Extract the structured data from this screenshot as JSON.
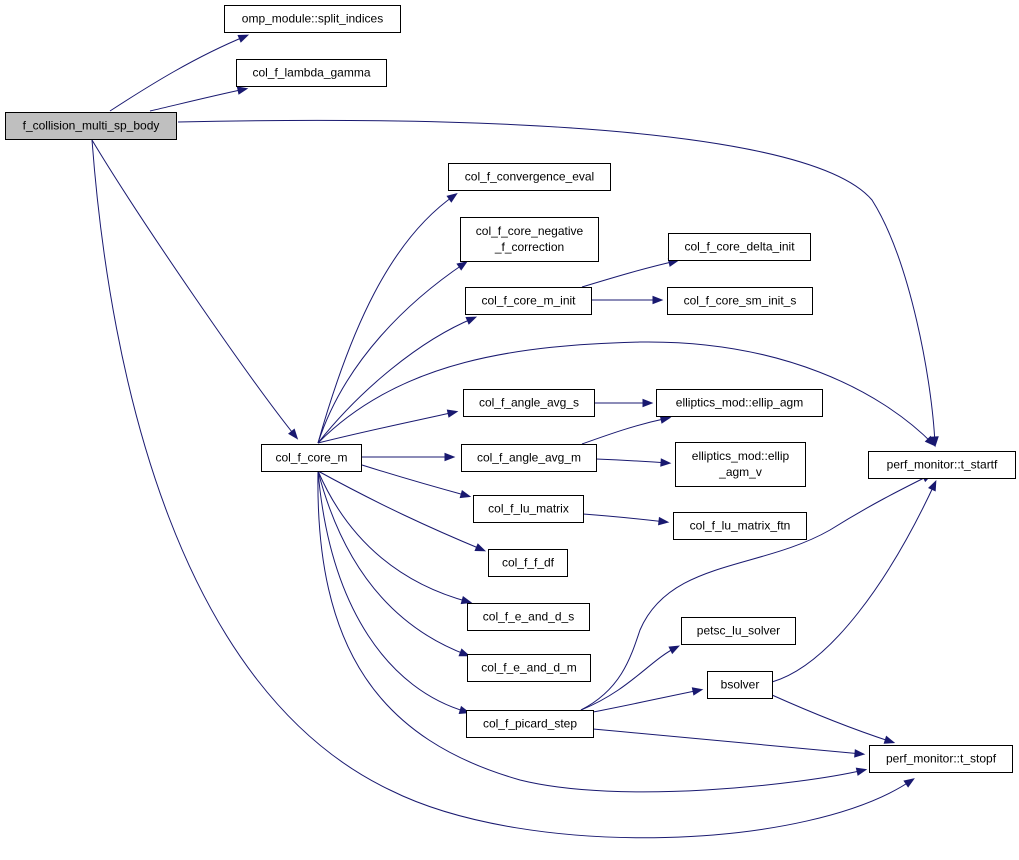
{
  "diagram": {
    "type": "call-graph",
    "edge_color": "#191970",
    "root_fill": "#bfbfbf",
    "nodes": [
      {
        "id": "root",
        "lines": [
          "f_collision_multi_sp_body"
        ],
        "root": true
      },
      {
        "id": "split",
        "lines": [
          "omp_module::split_indices"
        ]
      },
      {
        "id": "lambda",
        "lines": [
          "col_f_lambda_gamma"
        ]
      },
      {
        "id": "conv",
        "lines": [
          "col_f_convergence_eval"
        ]
      },
      {
        "id": "neg",
        "lines": [
          "col_f_core_negative",
          "_f_correction"
        ]
      },
      {
        "id": "delta",
        "lines": [
          "col_f_core_delta_init"
        ]
      },
      {
        "id": "minit",
        "lines": [
          "col_f_core_m_init"
        ]
      },
      {
        "id": "sminit",
        "lines": [
          "col_f_core_sm_init_s"
        ]
      },
      {
        "id": "angs",
        "lines": [
          "col_f_angle_avg_s"
        ]
      },
      {
        "id": "agm",
        "lines": [
          "elliptics_mod::ellip_agm"
        ]
      },
      {
        "id": "corem",
        "lines": [
          "col_f_core_m"
        ]
      },
      {
        "id": "angm",
        "lines": [
          "col_f_angle_avg_m"
        ]
      },
      {
        "id": "agmv",
        "lines": [
          "elliptics_mod::ellip",
          "_agm_v"
        ]
      },
      {
        "id": "startf",
        "lines": [
          "perf_monitor::t_startf"
        ]
      },
      {
        "id": "lu",
        "lines": [
          "col_f_lu_matrix"
        ]
      },
      {
        "id": "luftn",
        "lines": [
          "col_f_lu_matrix_ftn"
        ]
      },
      {
        "id": "ffdf",
        "lines": [
          "col_f_f_df"
        ]
      },
      {
        "id": "eds",
        "lines": [
          "col_f_e_and_d_s"
        ]
      },
      {
        "id": "petsc",
        "lines": [
          "petsc_lu_solver"
        ]
      },
      {
        "id": "edm",
        "lines": [
          "col_f_e_and_d_m"
        ]
      },
      {
        "id": "bsolver",
        "lines": [
          "bsolver"
        ]
      },
      {
        "id": "picard",
        "lines": [
          "col_f_picard_step"
        ]
      },
      {
        "id": "stopf",
        "lines": [
          "perf_monitor::t_stopf"
        ]
      }
    ],
    "edges": [
      {
        "from": "root",
        "to": "split"
      },
      {
        "from": "root",
        "to": "lambda"
      },
      {
        "from": "root",
        "to": "startf"
      },
      {
        "from": "root",
        "to": "corem"
      },
      {
        "from": "root",
        "to": "stopf"
      },
      {
        "from": "corem",
        "to": "conv"
      },
      {
        "from": "corem",
        "to": "neg"
      },
      {
        "from": "corem",
        "to": "minit"
      },
      {
        "from": "corem",
        "to": "startf"
      },
      {
        "from": "corem",
        "to": "angs"
      },
      {
        "from": "corem",
        "to": "angm"
      },
      {
        "from": "corem",
        "to": "lu"
      },
      {
        "from": "corem",
        "to": "ffdf"
      },
      {
        "from": "corem",
        "to": "eds"
      },
      {
        "from": "corem",
        "to": "edm"
      },
      {
        "from": "corem",
        "to": "picard"
      },
      {
        "from": "corem",
        "to": "stopf"
      },
      {
        "from": "minit",
        "to": "delta"
      },
      {
        "from": "minit",
        "to": "sminit"
      },
      {
        "from": "angs",
        "to": "agm"
      },
      {
        "from": "angm",
        "to": "agm"
      },
      {
        "from": "angm",
        "to": "agmv"
      },
      {
        "from": "lu",
        "to": "luftn"
      },
      {
        "from": "picard",
        "to": "startf"
      },
      {
        "from": "picard",
        "to": "petsc"
      },
      {
        "from": "picard",
        "to": "bsolver"
      },
      {
        "from": "picard",
        "to": "stopf"
      },
      {
        "from": "bsolver",
        "to": "startf"
      },
      {
        "from": "bsolver",
        "to": "stopf"
      }
    ]
  }
}
